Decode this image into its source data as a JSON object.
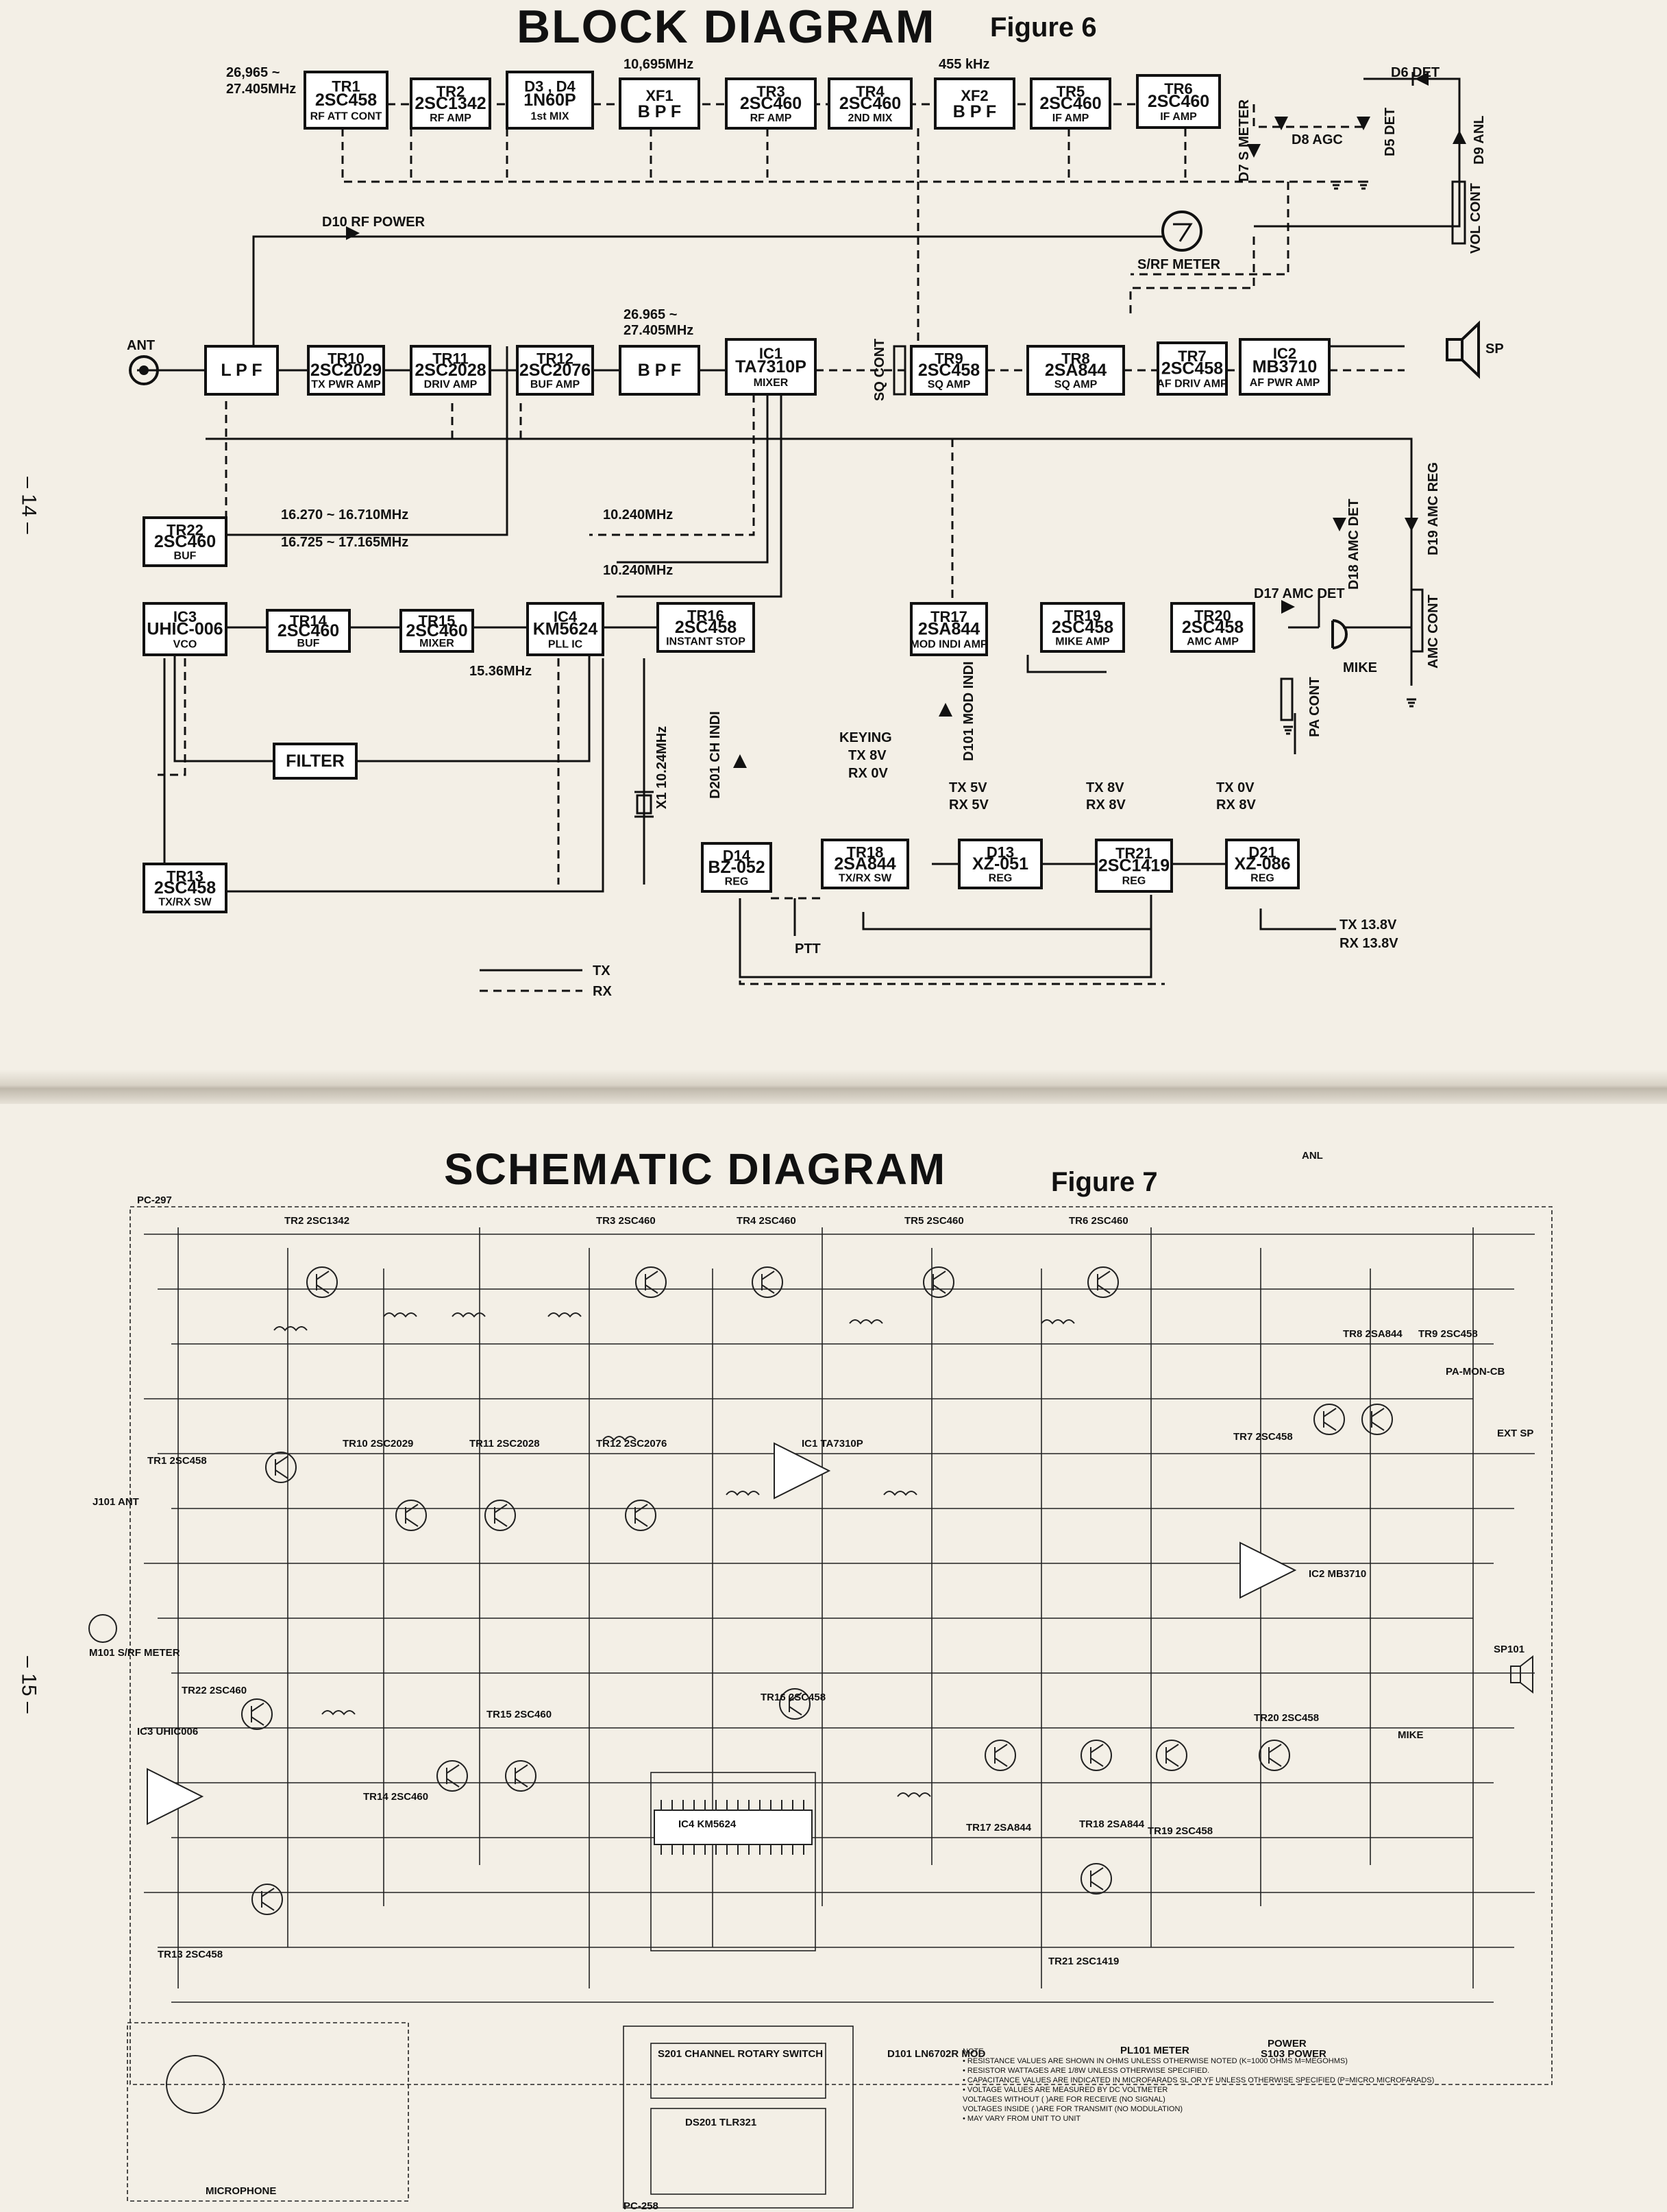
{
  "page_left_number": "– 14 –",
  "page_right_number": "– 15 –",
  "block_diagram": {
    "title": "BLOCK DIAGRAM",
    "figure": "Figure 6",
    "blocks": [
      {
        "id": "tr1",
        "name": "TR1",
        "part": "2SC458",
        "func": "RF ATT CONT"
      },
      {
        "id": "tr2",
        "name": "TR2",
        "part": "2SC1342",
        "func": "RF AMP"
      },
      {
        "id": "d3d4",
        "name": "D3 , D4",
        "part": "1N60P",
        "func": "1st MIX"
      },
      {
        "id": "xf1",
        "name": "XF1",
        "part": "B P F",
        "func": ""
      },
      {
        "id": "tr3",
        "name": "TR3",
        "part": "2SC460",
        "func": "RF AMP"
      },
      {
        "id": "tr4",
        "name": "TR4",
        "part": "2SC460",
        "func": "2ND MIX"
      },
      {
        "id": "xf2",
        "name": "XF2",
        "part": "B P F",
        "func": ""
      },
      {
        "id": "tr5",
        "name": "TR5",
        "part": "2SC460",
        "func": "IF AMP"
      },
      {
        "id": "tr6",
        "name": "TR6",
        "part": "2SC460",
        "func": "IF AMP"
      },
      {
        "id": "lpf",
        "name": "",
        "part": "L P F",
        "func": ""
      },
      {
        "id": "tr10",
        "name": "TR10",
        "part": "2SC2029",
        "func": "TX PWR AMP"
      },
      {
        "id": "tr11",
        "name": "TR11",
        "part": "2SC2028",
        "func": "DRIV AMP"
      },
      {
        "id": "tr12",
        "name": "TR12",
        "part": "2SC2076",
        "func": "BUF AMP"
      },
      {
        "id": "bpf",
        "name": "",
        "part": "B P F",
        "func": ""
      },
      {
        "id": "ic1",
        "name": "IC1",
        "part": "TA7310P",
        "func": "MIXER"
      },
      {
        "id": "tr9",
        "name": "TR9",
        "part": "2SC458",
        "func": "SQ AMP"
      },
      {
        "id": "tr8",
        "name": "TR8",
        "part": "2SA844",
        "func": "SQ AMP"
      },
      {
        "id": "tr7",
        "name": "TR7",
        "part": "2SC458",
        "func": "AF DRIV AMP"
      },
      {
        "id": "ic2",
        "name": "IC2",
        "part": "MB3710",
        "func": "AF PWR AMP"
      },
      {
        "id": "tr22",
        "name": "TR22",
        "part": "2SC460",
        "func": "BUF"
      },
      {
        "id": "ic3",
        "name": "IC3",
        "part": "UHIC-006",
        "func": "VCO"
      },
      {
        "id": "tr14",
        "name": "TR14",
        "part": "2SC460",
        "func": "BUF"
      },
      {
        "id": "tr15",
        "name": "TR15",
        "part": "2SC460",
        "func": "MIXER"
      },
      {
        "id": "ic4",
        "name": "IC4",
        "part": "KM5624",
        "func": "PLL IC"
      },
      {
        "id": "tr16",
        "name": "TR16",
        "part": "2SC458",
        "func": "INSTANT STOP"
      },
      {
        "id": "tr17",
        "name": "TR17",
        "part": "2SA844",
        "func": "MOD INDI AMP"
      },
      {
        "id": "tr19",
        "name": "TR19",
        "part": "2SC458",
        "func": "MIKE AMP"
      },
      {
        "id": "tr20",
        "name": "TR20",
        "part": "2SC458",
        "func": "AMC AMP"
      },
      {
        "id": "filter",
        "name": "",
        "part": "FILTER",
        "func": ""
      },
      {
        "id": "tr13",
        "name": "TR13",
        "part": "2SC458",
        "func": "TX/RX SW"
      },
      {
        "id": "d14",
        "name": "D14",
        "part": "BZ-052",
        "func": "REG"
      },
      {
        "id": "tr18",
        "name": "TR18",
        "part": "2SA844",
        "func": "TX/RX SW"
      },
      {
        "id": "d13",
        "name": "D13",
        "part": "XZ-051",
        "func": "REG"
      },
      {
        "id": "tr21",
        "name": "TR21",
        "part": "2SC1419",
        "func": "REG"
      },
      {
        "id": "d21",
        "name": "D21",
        "part": "XZ-086",
        "func": "REG"
      }
    ],
    "labels": {
      "freq_in": "26,965 ~",
      "freq_in2": "27.405MHz",
      "if1": "10,695MHz",
      "if2": "455 kHz",
      "tx_freq": "26.965 ~",
      "tx_freq2": "27.405MHz",
      "vco1": "16.270 ~ 16.710MHz",
      "vco2": "16.725 ~ 17.165MHz",
      "ref1": "10.240MHz",
      "ref2": "10.240MHz",
      "mix_osc": "15.36MHz",
      "xtal": "X1 10.24MHz",
      "ant": "ANT",
      "sp": "SP",
      "mike": "MIKE",
      "ptt": "PTT",
      "d6": "D6 DET",
      "d5": "D5 DET",
      "d8agc": "D8 AGC",
      "d7": "D7 S METER",
      "d9anl": "D9 ANL",
      "volcont": "VOL CONT",
      "d10": "D10 RF POWER",
      "meter": "S/RF METER",
      "sqcont": "SQ CONT",
      "d18": "D18 AMC DET",
      "d17": "D17 AMC DET",
      "d19": "D19 AMC REG",
      "amccont": "AMC CONT",
      "pacont": "PA CONT",
      "d101": "D101 MOD INDI",
      "d201": "D201 CH INDI",
      "keying": "KEYING",
      "keying_tx": "TX 8V",
      "keying_rx": "RX 0V",
      "tx5": "TX 5V",
      "rx5": "RX 5V",
      "tx8": "TX 8V",
      "rx8": "RX 8V",
      "tx0": "TX 0V",
      "rx8b": "RX 8V",
      "tx138": "TX 13.8V",
      "rx138": "RX 13.8V",
      "legend_tx": "TX",
      "legend_rx": "RX"
    }
  },
  "schematic": {
    "title": "SCHEMATIC DIAGRAM",
    "figure": "Figure 7",
    "labels": [
      {
        "id": "tr2",
        "text": "TR2  2SC1342"
      },
      {
        "id": "tr3",
        "text": "TR3  2SC460"
      },
      {
        "id": "tr4",
        "text": "TR4  2SC460"
      },
      {
        "id": "tr5",
        "text": "TR5  2SC460"
      },
      {
        "id": "tr6",
        "text": "TR6  2SC460"
      },
      {
        "id": "tr8",
        "text": "TR8  2SA844"
      },
      {
        "id": "tr9",
        "text": "TR9  2SC458"
      },
      {
        "id": "tr1",
        "text": "TR1  2SC458"
      },
      {
        "id": "tr10",
        "text": "TR10  2SC2029"
      },
      {
        "id": "tr11",
        "text": "TR11  2SC2028"
      },
      {
        "id": "tr12",
        "text": "TR12  2SC2076"
      },
      {
        "id": "ic1",
        "text": "IC1  TA7310P"
      },
      {
        "id": "tr7",
        "text": "TR7  2SC458"
      },
      {
        "id": "ic2",
        "text": "IC2  MB3710"
      },
      {
        "id": "tr22",
        "text": "TR22  2SC460"
      },
      {
        "id": "ic3",
        "text": "IC3  UHIC006"
      },
      {
        "id": "tr15",
        "text": "TR15  2SC460"
      },
      {
        "id": "tr16",
        "text": "TR16  2SC458"
      },
      {
        "id": "tr14",
        "text": "TR14  2SC460"
      },
      {
        "id": "ic4",
        "text": "IC4  KM5624"
      },
      {
        "id": "tr17",
        "text": "TR17  2SA844"
      },
      {
        "id": "tr18",
        "text": "TR18  2SA844"
      },
      {
        "id": "tr19",
        "text": "TR19  2SC458"
      },
      {
        "id": "tr20",
        "text": "TR20  2SC458"
      },
      {
        "id": "tr13",
        "text": "TR13  2SC458"
      },
      {
        "id": "tr21",
        "text": "TR21  2SC1419"
      },
      {
        "id": "meter",
        "text": "M101 S/RF METER"
      },
      {
        "id": "mic",
        "text": "MICROPHONE"
      },
      {
        "id": "s201",
        "text": "S201 CHANNEL ROTARY SWITCH"
      },
      {
        "id": "ds101",
        "text": "DS201 TLR321"
      },
      {
        "id": "pc297",
        "text": "PC-297"
      },
      {
        "id": "pc258",
        "text": "PC-258"
      },
      {
        "id": "mike",
        "text": "MIKE"
      },
      {
        "id": "power",
        "text": "POWER"
      },
      {
        "id": "anl",
        "text": "ANL"
      },
      {
        "id": "swmode",
        "text": "PA-MON-CB"
      },
      {
        "id": "j101",
        "text": "J101 ANT"
      },
      {
        "id": "sp101",
        "text": "SP101"
      },
      {
        "id": "extsp",
        "text": "EXT SP"
      },
      {
        "id": "pl101",
        "text": "PL101 METER"
      },
      {
        "id": "s103",
        "text": "S103 POWER"
      },
      {
        "id": "d101",
        "text": "D101 LN6702R MOD"
      }
    ],
    "notes": [
      "NOTE",
      "• RESISTANCE VALUES ARE SHOWN IN OHMS UNLESS OTHERWISE NOTED (K=1000 OHMS M=MEGOHMS)",
      "• RESISTOR WATTAGES ARE 1/8W UNLESS OTHERWISE SPECIFIED.",
      "• CAPACITANCE VALUES ARE INDICATED IN MICROFARADS SL OR YF UNLESS OTHERWISE SPECIFIED (P=MICRO MICROFARADS)",
      "• VOLTAGE VALUES ARE MEASURED BY DC VOLTMETER",
      "  VOLTAGES WITHOUT (   )ARE FOR RECEIVE (NO SIGNAL)",
      "  VOLTAGES INSIDE (   )ARE FOR TRANSMIT (NO MODULATION)",
      "• MAY VARY FROM UNIT TO UNIT"
    ]
  }
}
